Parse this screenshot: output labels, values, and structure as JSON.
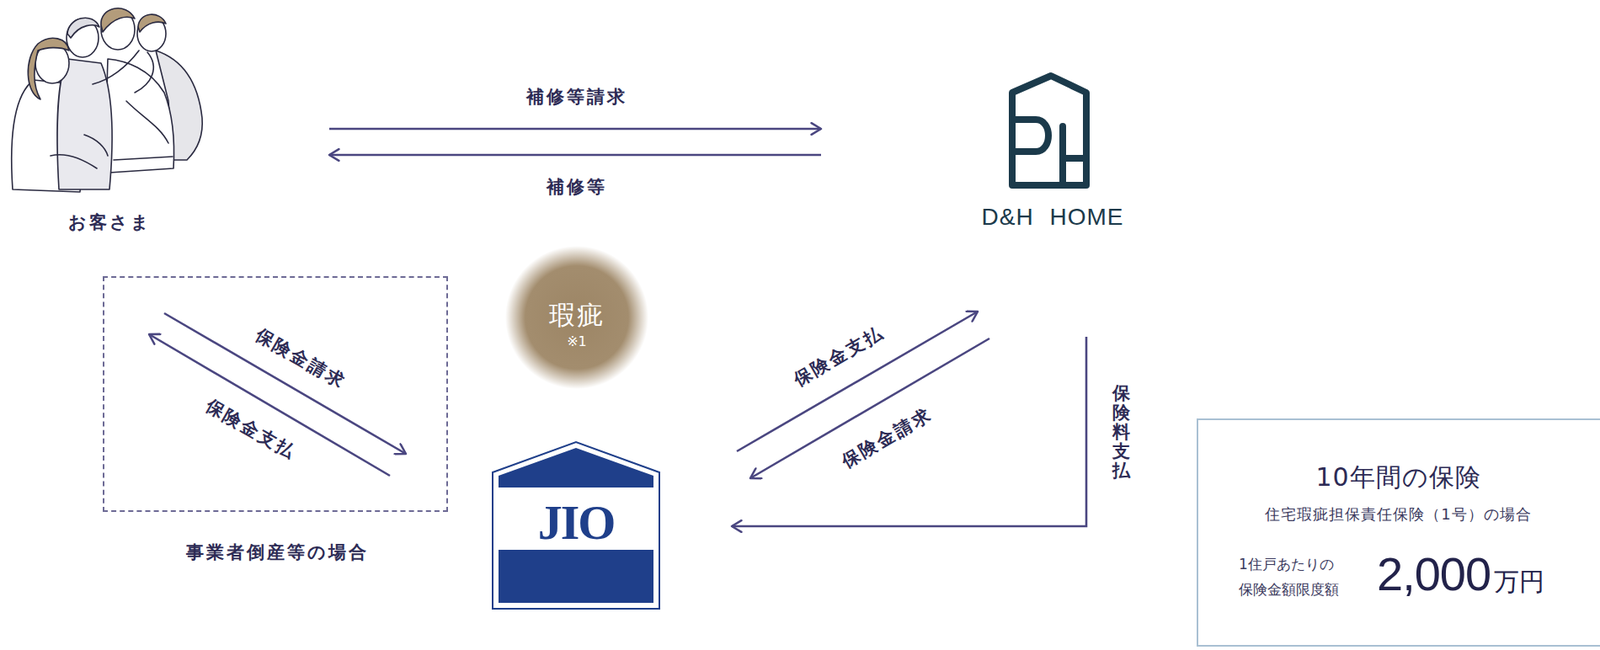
{
  "diagram": {
    "nodes": [
      {
        "text": [
          "お客さま"
        ]
      },
      {
        "text": [
          "D&H HOME"
        ]
      },
      {
        "text": [
          "事業者倒産等の場合"
        ]
      },
      {
        "text": [
          "瑕疵",
          "※1"
        ]
      },
      {
        "text": [
          "JIO"
        ]
      },
      {
        "text": [
          "10年間の保険",
          "住宅瑕疵担保責任保険（1号）の場合",
          "1住戸あたりの 保険金額限度額",
          "2,000",
          "万円"
        ]
      }
    ],
    "edges": [
      {
        "from": 0,
        "to": 1,
        "label": "補修等請求",
        "arrow": "to"
      },
      {
        "from": 1,
        "to": 0,
        "label": "補修等",
        "arrow": "to"
      },
      {
        "from": 0,
        "to": 4,
        "label": "保険金請求",
        "arrow": "to"
      },
      {
        "from": 4,
        "to": 0,
        "label": "保険金支払",
        "arrow": "to"
      },
      {
        "from": 4,
        "to": 1,
        "label": "保険金支払",
        "arrow": "to"
      },
      {
        "from": 1,
        "to": 4,
        "label": "保険金請求",
        "arrow": "to"
      },
      {
        "from": 1,
        "to": 4,
        "label": "保険料支払",
        "arrow": "to"
      }
    ]
  }
}
